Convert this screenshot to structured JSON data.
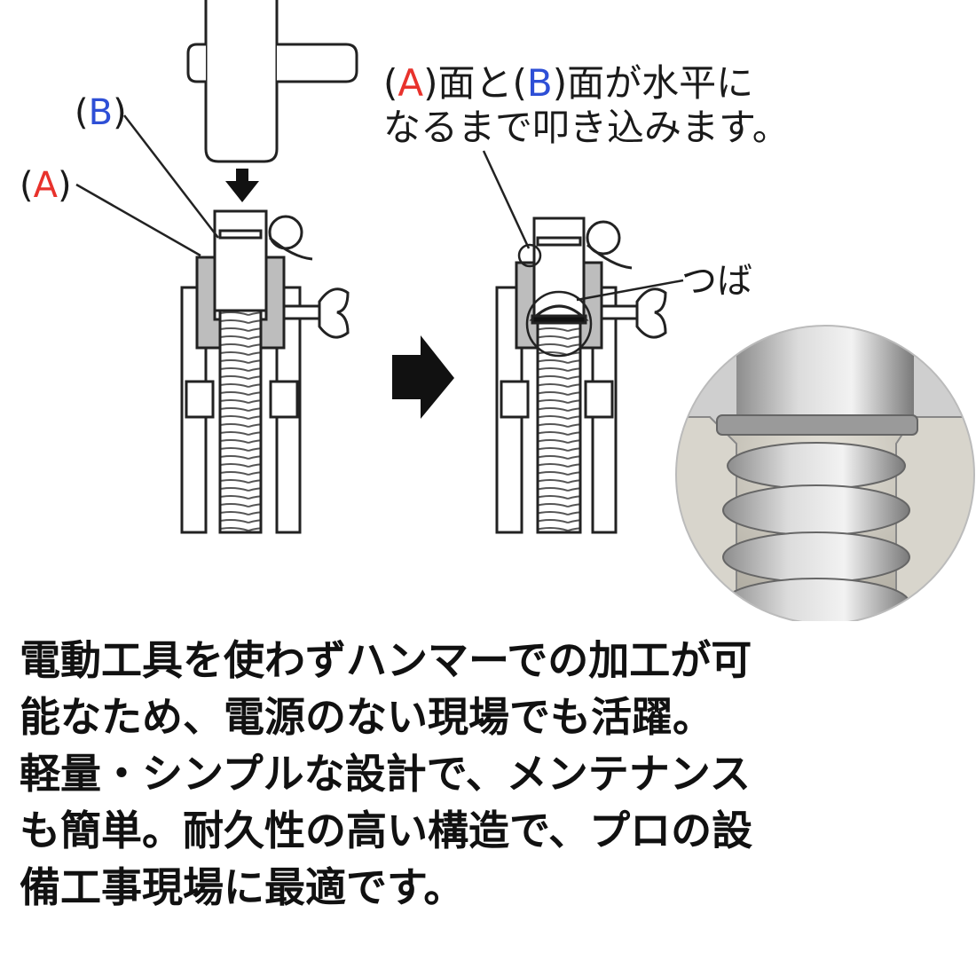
{
  "labels": {
    "b_paren_open": "(",
    "b_letter": "B",
    "b_paren_close": ")",
    "a_paren_open": "(",
    "a_letter": "A",
    "a_paren_close": ")",
    "tsuba": "つば"
  },
  "instruction": {
    "line1_p1": "(",
    "line1_a": "A",
    "line1_p2": ")面と(",
    "line1_b": "B",
    "line1_p3": ")面が水平に",
    "line2": "なるまで叩き込みます。"
  },
  "description": [
    "電動工具を使わずハンマーでの加工が可",
    "能なため、電源のない現場でも活躍。",
    "軽量・シンプルな設計で、メンテナンス",
    "も簡単。耐久性の高い構造で、プロの設",
    "備工事現場に最適です。"
  ],
  "colors": {
    "label_a": "#e8322c",
    "label_b": "#2e4fd6",
    "outline": "#222222",
    "fitting_gray": "#bcbcbc",
    "photo_bg": "#c9c6bd"
  },
  "icons": [
    "down-arrow-icon",
    "right-arrow-icon"
  ]
}
